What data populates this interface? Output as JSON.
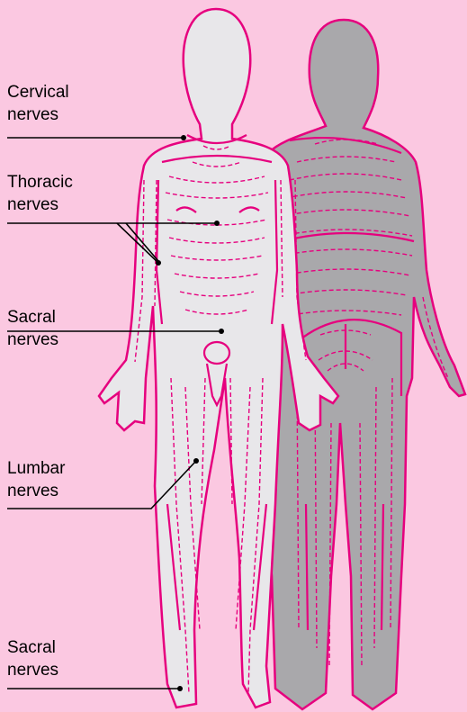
{
  "colors": {
    "background": "#fbc8e1",
    "nerve_line": "#e6007e",
    "front_body": "#e8e7ea",
    "back_body": "#a9a8ab",
    "leader": "#000000"
  },
  "labels": [
    {
      "id": "cervical",
      "line1": "Cervical",
      "line2": "nerves"
    },
    {
      "id": "thoracic",
      "line1": "Thoracic",
      "line2": "nerves"
    },
    {
      "id": "sacral-upper",
      "line1": "Sacral",
      "line2": "nerves"
    },
    {
      "id": "lumbar",
      "line1": "Lumbar",
      "line2": "nerves"
    },
    {
      "id": "sacral-lower",
      "line1": "Sacral",
      "line2": "nerves"
    }
  ]
}
